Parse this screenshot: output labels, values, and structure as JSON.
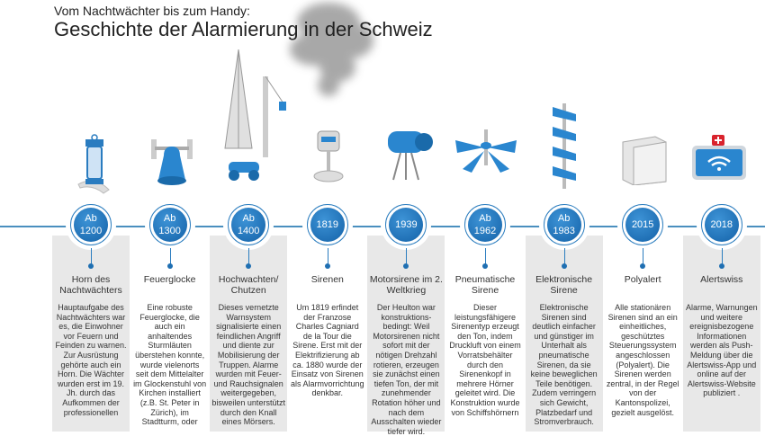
{
  "header": {
    "subtitle": "Vom Nachtwächter bis zum Handy:",
    "title": "Geschichte der Alarmierung in der Schweiz"
  },
  "colors": {
    "accent": "#1f6fb2",
    "line": "#4a8fbf",
    "panel": "#e8e8e8"
  },
  "timeline": [
    {
      "date1": "Ab",
      "date2": "1200",
      "title": "Horn des Nachtwächters",
      "icon": "horn-lantern-icon",
      "shaded": true,
      "text": "Hauptaufgabe des Nachtwächters war es, die Einwohner vor Feuern und Feinden zu warnen. Zur Ausrüstung gehörte auch ein Horn. Die Wächter wurden erst im 19. Jh. durch das Aufkommen der professionellen"
    },
    {
      "date1": "Ab",
      "date2": "1300",
      "title": "Feuerglocke",
      "icon": "fire-bell-icon",
      "shaded": false,
      "text": "Eine robuste Feuerglocke, die auch ein anhaltendes Sturmläuten überstehen konnte, wurde vielenorts seit dem Mittelalter im Glockenstuhl von Kirchen installiert (z.B. St. Peter in Zürich), im Stadtturm, oder"
    },
    {
      "date1": "Ab",
      "date2": "1400",
      "title": "Hochwachten/ Chutzen",
      "icon": "beacon-tower-icon",
      "shaded": true,
      "text": "Dieses vernetzte Warnsystem signalisierte einen feindlichen Angriff und diente zur Mobilisierung der Truppen. Alarme wurden mit Feuer- und Rauchsignalen weitergegeben, bisweilen unterstützt durch den Knall eines Mörsers."
    },
    {
      "date1": "",
      "date2": "1819",
      "title": "Sirenen",
      "icon": "siren-icon",
      "shaded": false,
      "text": "Um 1819 erfindet der Franzose Charles Cagniard de la Tour die Sirene. Erst mit der Elektrifizierung ab ca. 1880 wurde der Einsatz von Sirenen als Alarmvorrichtung denkbar."
    },
    {
      "date1": "",
      "date2": "1939",
      "title": "Motorsirene im 2. Weltkrieg",
      "icon": "motor-siren-icon",
      "shaded": true,
      "text": "Der Heulton war konstruktions-bedingt: Weil Motorsirenen nicht sofort mit der nötigen Drehzahl rotieren, erzeugen sie zunächst einen tiefen Ton, der mit zunehmender Rotation höher und nach dem Ausschalten wieder tiefer wird."
    },
    {
      "date1": "Ab",
      "date2": "1962",
      "title": "Pneumatische Sirene",
      "icon": "pneumatic-siren-icon",
      "shaded": false,
      "text": "Dieser leistungsfähigere Sirenentyp erzeugt den Ton, indem Druckluft von einem Vorratsbehälter durch den Sirenenkopf in mehrere Hörner geleitet wird. Die Konstruktion wurde von Schiffshörnern"
    },
    {
      "date1": "Ab",
      "date2": "1983",
      "title": "Elektronische Sirene",
      "icon": "electronic-siren-icon",
      "shaded": true,
      "text": "Elektronische Sirenen sind deutlich einfacher und günstiger im Unterhalt als pneumatische Sirenen, da sie keine beweglichen Teile benötigen. Zudem verringern sich Gewicht, Platzbedarf und Stromverbrauch."
    },
    {
      "date1": "",
      "date2": "2015",
      "title": "Polyalert",
      "icon": "control-cabinet-icon",
      "shaded": false,
      "text": "Alle stationären Sirenen sind an ein einheitliches, geschütztes Steuerungssystem angeschlossen (Polyalert). Die Sirenen werden zentral, in der Regel von der Kantonspolizei, gezielt ausgelöst."
    },
    {
      "date1": "",
      "date2": "2018",
      "title": "Alertswiss",
      "icon": "smartphone-app-icon",
      "shaded": true,
      "text": "Alarme, Warnungen und weitere ereignisbezogene Informationen werden als Push-Meldung über die Alertswiss-App und online auf der Alertswiss-Website publiziert ."
    }
  ]
}
